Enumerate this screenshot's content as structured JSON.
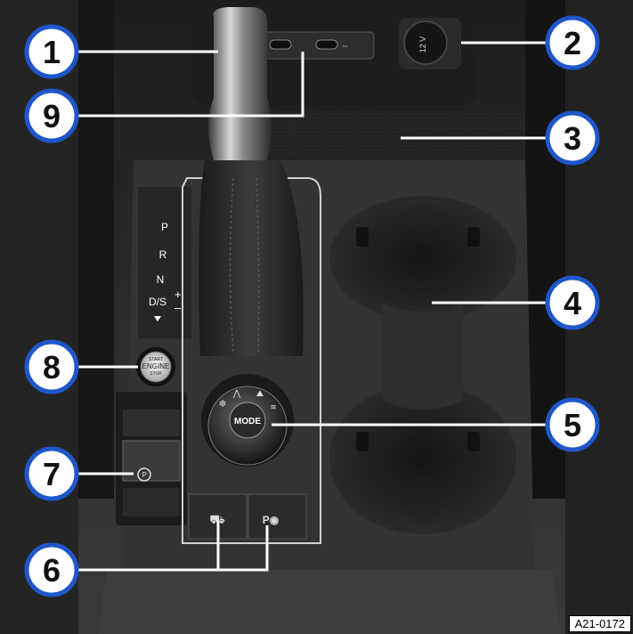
{
  "figure_id": "A21-0172",
  "gear_letters": [
    "P",
    "R",
    "N",
    "D/S"
  ],
  "gear_plus": "+",
  "gear_minus": "–",
  "start_button": {
    "line1": "START",
    "line2": "ENGINE",
    "line3": "STOP"
  },
  "mode_knob_label": "MODE",
  "socket_label": "12 V",
  "callouts": [
    "1",
    "2",
    "3",
    "4",
    "5",
    "6",
    "7",
    "8",
    "9"
  ],
  "colors": {
    "callout_ring": "#1f56c9",
    "callout_fill": "#ffffff",
    "callout_text": "#111111",
    "leader_line": "#ffffff",
    "trim": "#d9d9d9"
  }
}
